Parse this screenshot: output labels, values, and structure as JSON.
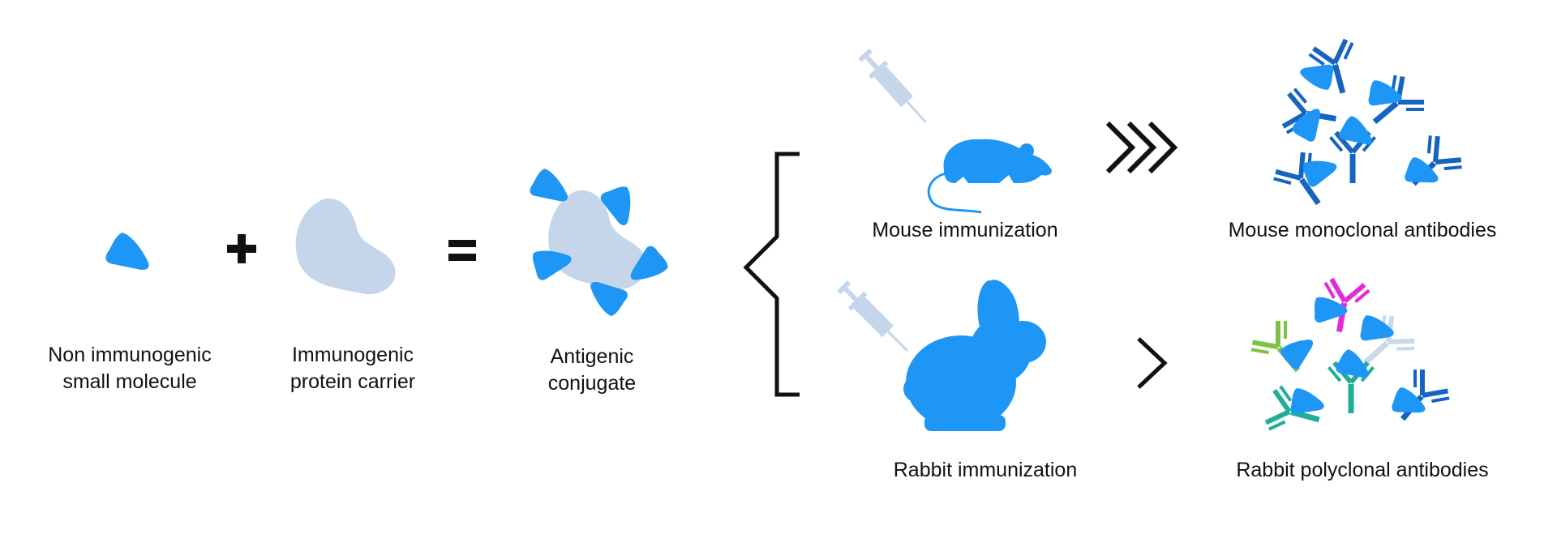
{
  "labels": {
    "small_molecule": [
      "Non immunogenic",
      "small molecule"
    ],
    "protein_carrier": [
      "Immunogenic",
      "protein carrier"
    ],
    "conjugate": [
      "Antigenic",
      "conjugate"
    ],
    "mouse_immunization": "Mouse immunization",
    "rabbit_immunization": "Rabbit immunization",
    "mouse_antibodies": "Mouse monoclonal antibodies",
    "rabbit_antibodies": "Rabbit polyclonal antibodies"
  },
  "colors": {
    "hapten": "#1e96f5",
    "carrier": "#c5d6ea",
    "animal": "#1e96f5",
    "syringe": "#c5d6ea",
    "text": "#111111",
    "symbol": "#111111",
    "mono_antibody": "#1565c0",
    "poly_antibody_magenta": "#e22bd8",
    "poly_antibody_lightblue": "#c9d8ea",
    "poly_antibody_green": "#7dc243",
    "poly_antibody_teal": "#1fae98",
    "poly_antibody_blue": "#1565c0"
  },
  "icons": {
    "plus": "plus-icon",
    "equals": "equals-icon",
    "brace": "bracket-icon",
    "triple_arrow": "triple-chevron-icon",
    "single_arrow": "chevron-icon",
    "mouse": "mouse-icon",
    "rabbit": "rabbit-icon",
    "syringe": "syringe-icon",
    "antibody": "antibody-icon"
  }
}
